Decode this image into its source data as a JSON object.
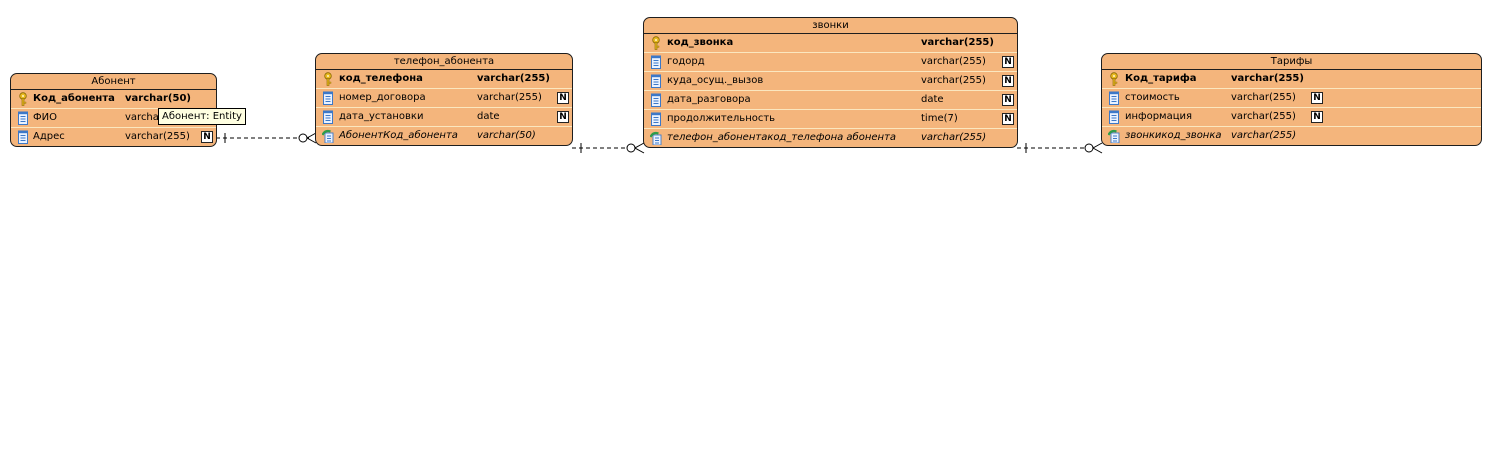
{
  "entities": {
    "abonent": {
      "title": "Абонент",
      "rows": [
        {
          "name": "Код_абонента",
          "type": "varchar(50)",
          "kind": "pk",
          "nullable": false
        },
        {
          "name": "ФИО",
          "type": "varchar(255)",
          "kind": "col",
          "nullable": true
        },
        {
          "name": "Адрес",
          "type": "varchar(255)",
          "kind": "col",
          "nullable": true
        }
      ]
    },
    "telefon": {
      "title": "телефон_абонента",
      "rows": [
        {
          "name": "код_телефона",
          "type": "varchar(255)",
          "kind": "pk",
          "nullable": false
        },
        {
          "name": "номер_договора",
          "type": "varchar(255)",
          "kind": "col",
          "nullable": true
        },
        {
          "name": "дата_установки",
          "type": "date",
          "kind": "col",
          "nullable": true
        },
        {
          "name": "АбонентКод_абонента",
          "type": "varchar(50)",
          "kind": "fk",
          "nullable": false
        }
      ]
    },
    "zvonki": {
      "title": "звонки",
      "rows": [
        {
          "name": "код_звонка",
          "type": "varchar(255)",
          "kind": "pk",
          "nullable": false
        },
        {
          "name": "годорд",
          "type": "varchar(255)",
          "kind": "col",
          "nullable": true
        },
        {
          "name": "куда_осущ._вызов",
          "type": "varchar(255)",
          "kind": "col",
          "nullable": true
        },
        {
          "name": "дата_разговора",
          "type": "date",
          "kind": "col",
          "nullable": true
        },
        {
          "name": "продолжительность",
          "type": "time(7)",
          "kind": "col",
          "nullable": true
        },
        {
          "name": "телефон_абонентакод_телефона абонента",
          "type": "varchar(255)",
          "kind": "fk",
          "nullable": false
        }
      ]
    },
    "tarify": {
      "title": "Тарифы",
      "rows": [
        {
          "name": "Код_тарифа",
          "type": "varchar(255)",
          "kind": "pk",
          "nullable": false
        },
        {
          "name": "стоимость",
          "type": "varchar(255)",
          "kind": "col",
          "nullable": true
        },
        {
          "name": "информация",
          "type": "varchar(255)",
          "kind": "col",
          "nullable": true
        },
        {
          "name": "звонкикод_звонка",
          "type": "varchar(255)",
          "kind": "fk",
          "nullable": false
        }
      ]
    }
  },
  "nullable_badge": "N",
  "tooltip": "Абонент: Entity",
  "colors": {
    "entity_fill": "#f4b57c",
    "entity_border": "#1e1e1e",
    "row_separator": "#fbe7bf",
    "tooltip_fill": "#ffffe1",
    "key_icon": "#e8b820",
    "column_icon": "#3c78c8",
    "fk_icon": "#2e9c4a"
  }
}
